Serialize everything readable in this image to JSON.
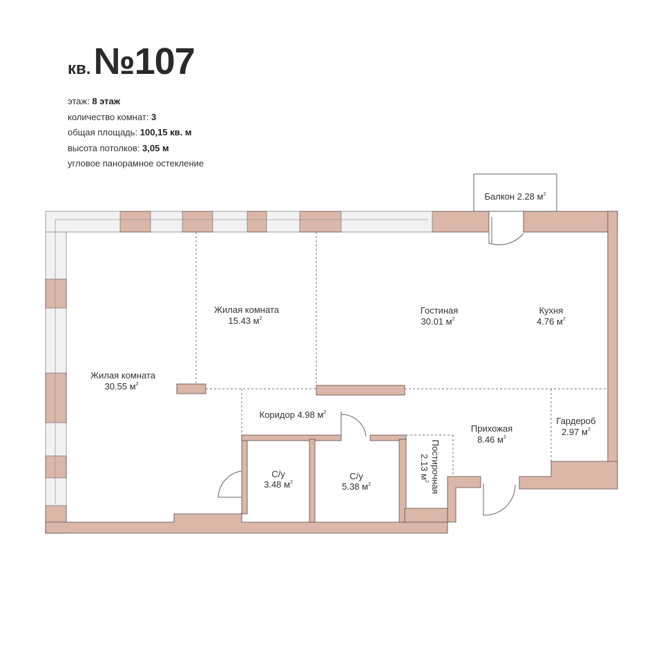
{
  "header": {
    "prefix": "кв.",
    "number": "№107"
  },
  "specs": [
    {
      "label": "этаж:",
      "value": "8 этаж"
    },
    {
      "label": "количество комнат:",
      "value": "3"
    },
    {
      "label": "общая площадь:",
      "value": "100,15 кв. м"
    },
    {
      "label": "высота потолков:",
      "value": "3,05 м"
    },
    {
      "label": "угловое панорамное остекление",
      "value": ""
    }
  ],
  "rooms": {
    "balcony": {
      "name": "Балкон",
      "area": "2.28 м"
    },
    "bedroom_small": {
      "name": "Жилая комната",
      "area": "15.43 м"
    },
    "living": {
      "name": "Гостиная",
      "area": "30.01 м"
    },
    "kitchen": {
      "name": "Кухня",
      "area": "4.76 м"
    },
    "bedroom_large": {
      "name": "Жилая комната",
      "area": "30.55 м"
    },
    "corridor": {
      "name": "Коридор",
      "area": "4.98 м"
    },
    "hallway": {
      "name": "Прихожая",
      "area": "8.46 м"
    },
    "wardrobe": {
      "name": "Гардероб",
      "area": "2.97 м"
    },
    "bath1": {
      "name": "С/у",
      "area": "3.48 м"
    },
    "bath2": {
      "name": "С/у",
      "area": "5.38 м"
    },
    "laundry": {
      "name": "Постирочная",
      "area": "2.13 м"
    }
  },
  "area_superscript": "2",
  "colors": {
    "wall": "#dbb7aa",
    "wall_stroke": "#5a4a45",
    "window": "#ececec",
    "dashed": "#777777"
  }
}
